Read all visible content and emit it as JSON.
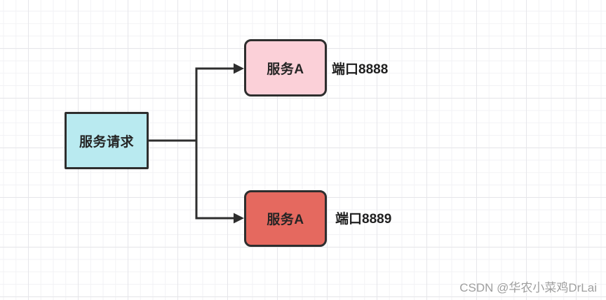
{
  "canvas": {
    "background": "#ffffff",
    "grid_minor_color": "#f2f2f5",
    "grid_major_color": "#e6e6ea"
  },
  "diagram": {
    "nodes": [
      {
        "id": "service-request",
        "label": "服务请求",
        "fill": "#b9eaf0"
      },
      {
        "id": "service-a-instance-1",
        "label": "服务A",
        "fill": "#fbd0d8"
      },
      {
        "id": "service-a-instance-2",
        "label": "服务A",
        "fill": "#e5695f"
      }
    ],
    "labels": [
      {
        "id": "port-8888",
        "text": "端口8888"
      },
      {
        "id": "port-8889",
        "text": "端口8889"
      }
    ],
    "connector_color": "#2e2e2e"
  },
  "watermark": {
    "text": "CSDN @华农小菜鸡DrLai",
    "color": "#9e9e9e"
  }
}
